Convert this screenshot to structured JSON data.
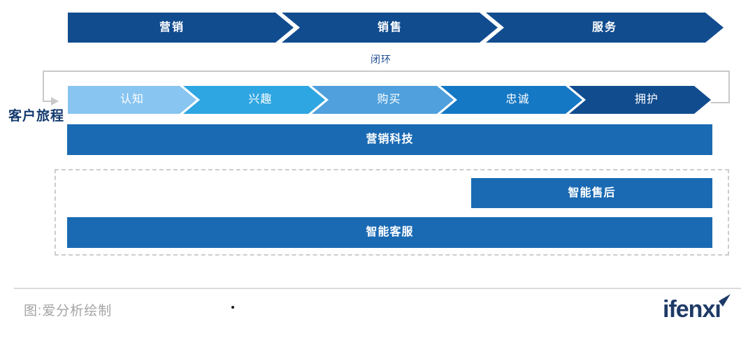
{
  "top_funnel": {
    "color": "#114C8F",
    "stages": [
      {
        "label": "营销"
      },
      {
        "label": "销售"
      },
      {
        "label": "服务"
      }
    ]
  },
  "loop": {
    "label": "闭环",
    "label_color": "#1E4B94",
    "line_color": "#C9C9C9"
  },
  "journey": {
    "title": "客户旅程",
    "title_color": "#143A6E",
    "stages": [
      {
        "label": "认知",
        "color": "#88C5F0"
      },
      {
        "label": "兴趣",
        "color": "#2EA6E2"
      },
      {
        "label": "购买",
        "color": "#4FA0DC"
      },
      {
        "label": "忠诚",
        "color": "#1578C5"
      },
      {
        "label": "拥护",
        "color": "#114C8F"
      }
    ]
  },
  "layers": {
    "martech": {
      "label": "营销科技",
      "color": "#1A6AB3"
    },
    "aftersales": {
      "label": "智能售后",
      "color": "#1A6AB3"
    },
    "service": {
      "label": "智能客服",
      "color": "#1A6AB3"
    }
  },
  "footer": {
    "caption": "图:爱分析绘制",
    "logo_prefix": "ifenx",
    "logo_dotless_i": "ı",
    "logo_color": "#1E3A67"
  }
}
